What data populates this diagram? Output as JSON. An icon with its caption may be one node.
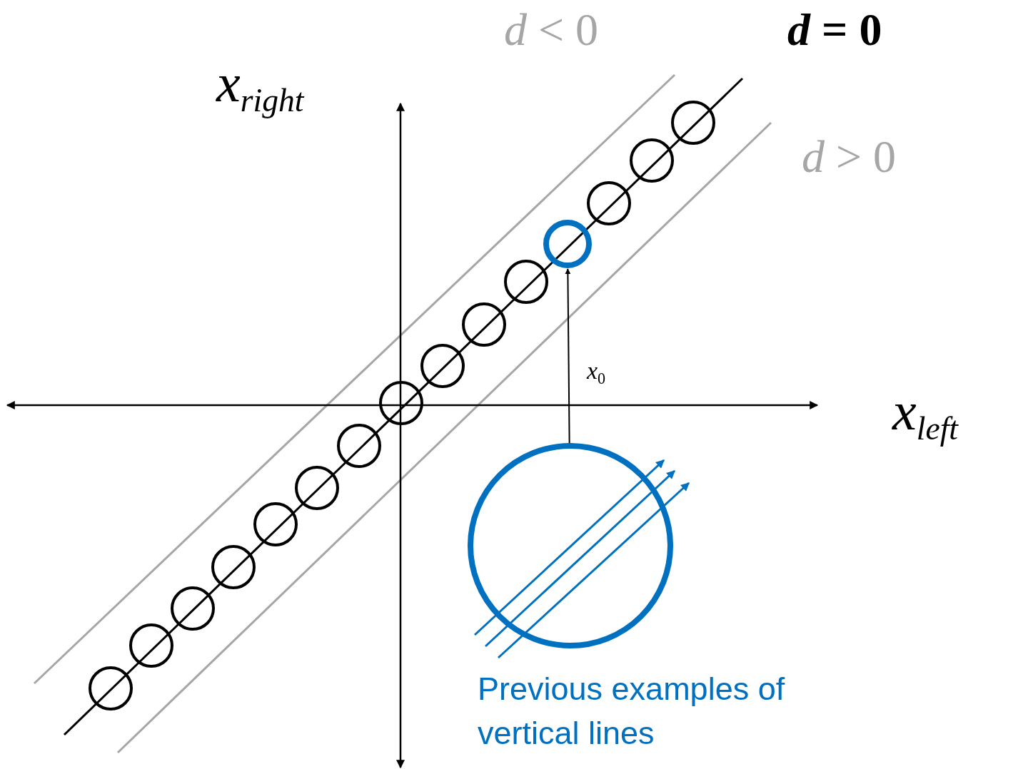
{
  "diagram": {
    "nodes": [
      {
        "text": [],
        "shape": "circle"
      },
      {
        "text": [],
        "shape": "circle"
      },
      {
        "text": [],
        "shape": "circle"
      },
      {
        "text": [],
        "shape": "circle"
      },
      {
        "text": [],
        "shape": "circle"
      },
      {
        "text": [],
        "shape": "circle"
      },
      {
        "text": [],
        "shape": "circle"
      },
      {
        "text": [],
        "shape": "circle"
      },
      {
        "text": [],
        "shape": "circle"
      },
      {
        "text": [],
        "shape": "circle"
      },
      {
        "text": [],
        "shape": "circle"
      },
      {
        "text": [],
        "shape": "circle"
      },
      {
        "text": [],
        "shape": "circle"
      },
      {
        "text": [],
        "shape": "circle"
      },
      {
        "text": [],
        "shape": "circle"
      },
      {
        "text": [
          "Previous examples of vertical lines"
        ]
      }
    ],
    "edges": [
      {
        "from": 15,
        "to": 11,
        "arrow": "to",
        "label": "x$_{0}$"
      }
    ],
    "labels": [
      "*d* < 0",
      "*d* = 0",
      "x$_{right}$",
      "*d* > 0",
      "x$_{left}$"
    ]
  }
}
